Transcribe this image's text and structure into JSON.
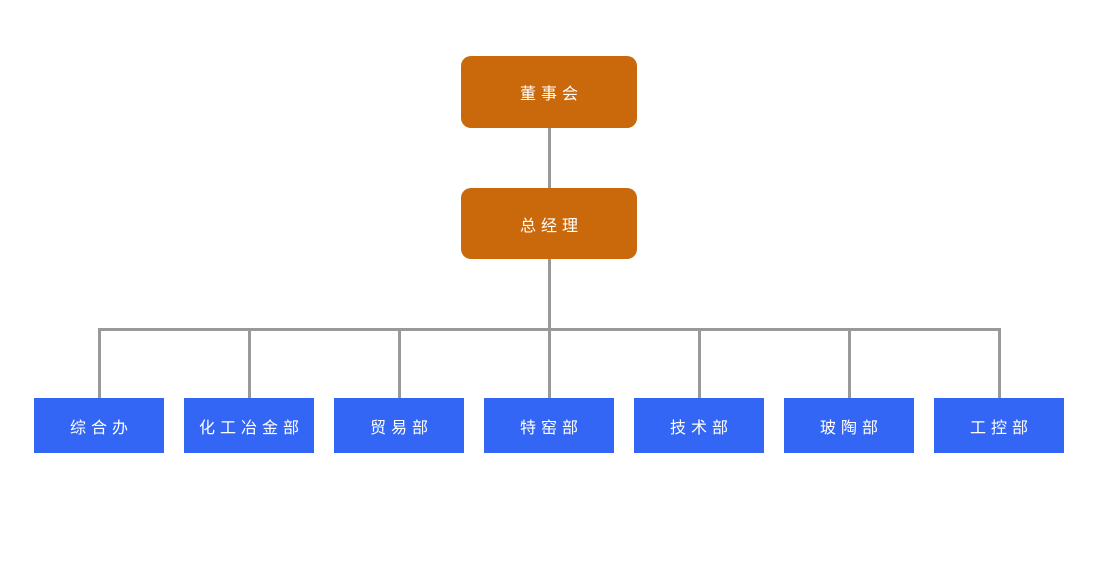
{
  "diagram": {
    "type": "org-chart",
    "levels": {
      "board": {
        "label": "董事会"
      },
      "general_manager": {
        "label": "总经理"
      },
      "departments": [
        {
          "label": "综合办"
        },
        {
          "label": "化工冶金部"
        },
        {
          "label": "贸易部"
        },
        {
          "label": "特窑部"
        },
        {
          "label": "技术部"
        },
        {
          "label": "玻陶部"
        },
        {
          "label": "工控部"
        }
      ]
    },
    "colors": {
      "executive_box": "#C9690C",
      "department_box": "#3366F4",
      "connector_line": "#999999",
      "box_text": "#FFFFFF",
      "background": "#FFFFFF"
    }
  }
}
